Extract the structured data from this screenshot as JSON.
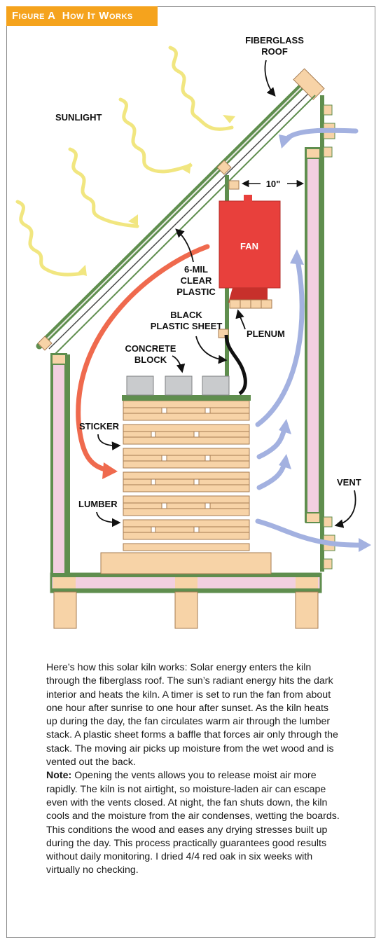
{
  "figure": {
    "prefix": "Figure A",
    "title": "How It Works"
  },
  "labels": {
    "sunlight": "SUNLIGHT",
    "roof_line1": "FIBERGLASS",
    "roof_line2": "ROOF",
    "gap": "10\"",
    "fan": "FAN",
    "plastic_line1": "6-MIL",
    "plastic_line2": "CLEAR",
    "plastic_line3": "PLASTIC",
    "sheet_line1": "BLACK",
    "sheet_line2": "PLASTIC SHEET",
    "plenum": "PLENUM",
    "block_line1": "CONCRETE",
    "block_line2": "BLOCK",
    "sticker": "STICKER",
    "lumber": "LUMBER",
    "vent": "VENT"
  },
  "colors": {
    "accent": "#f5a31d",
    "fan": "#e8403c",
    "fan_dark": "#c7302b",
    "sun": "#f1e680",
    "warm_air": "#ef6a4e",
    "cool_air": "#a3b1e0",
    "frame_green": "#5f8e4e",
    "wood": "#f7d3a7",
    "insulation": "#f2cfe0",
    "block": "#c9cbcd"
  },
  "caption": {
    "paragraph1": "Here’s how this solar kiln works: Solar energy enters the kiln through the fiberglass roof. The sun’s radiant energy hits the dark interior and heats the kiln. A timer is set to run the fan from about one hour after sunrise to one hour after sunset. As the kiln heats up during the day, the fan circulates warm air through the lumber stack. A plastic sheet forms a baffle that forces air only through the stack. The moving air picks up moisture from the wet wood and is vented out the back.",
    "note_label": "Note:",
    "paragraph2": " Opening the vents allows you to release moist air more rapidly. The kiln is not airtight, so moisture-laden air can escape even with the vents closed. At night, the fan shuts down, the kiln cools and the moisture from the air condenses, wetting the boards. This conditions the wood and eases any drying stresses built up during the day. This process practically guarantees good results without daily monitoring. I dried 4/4 red oak in six weeks with virtually no checking."
  }
}
